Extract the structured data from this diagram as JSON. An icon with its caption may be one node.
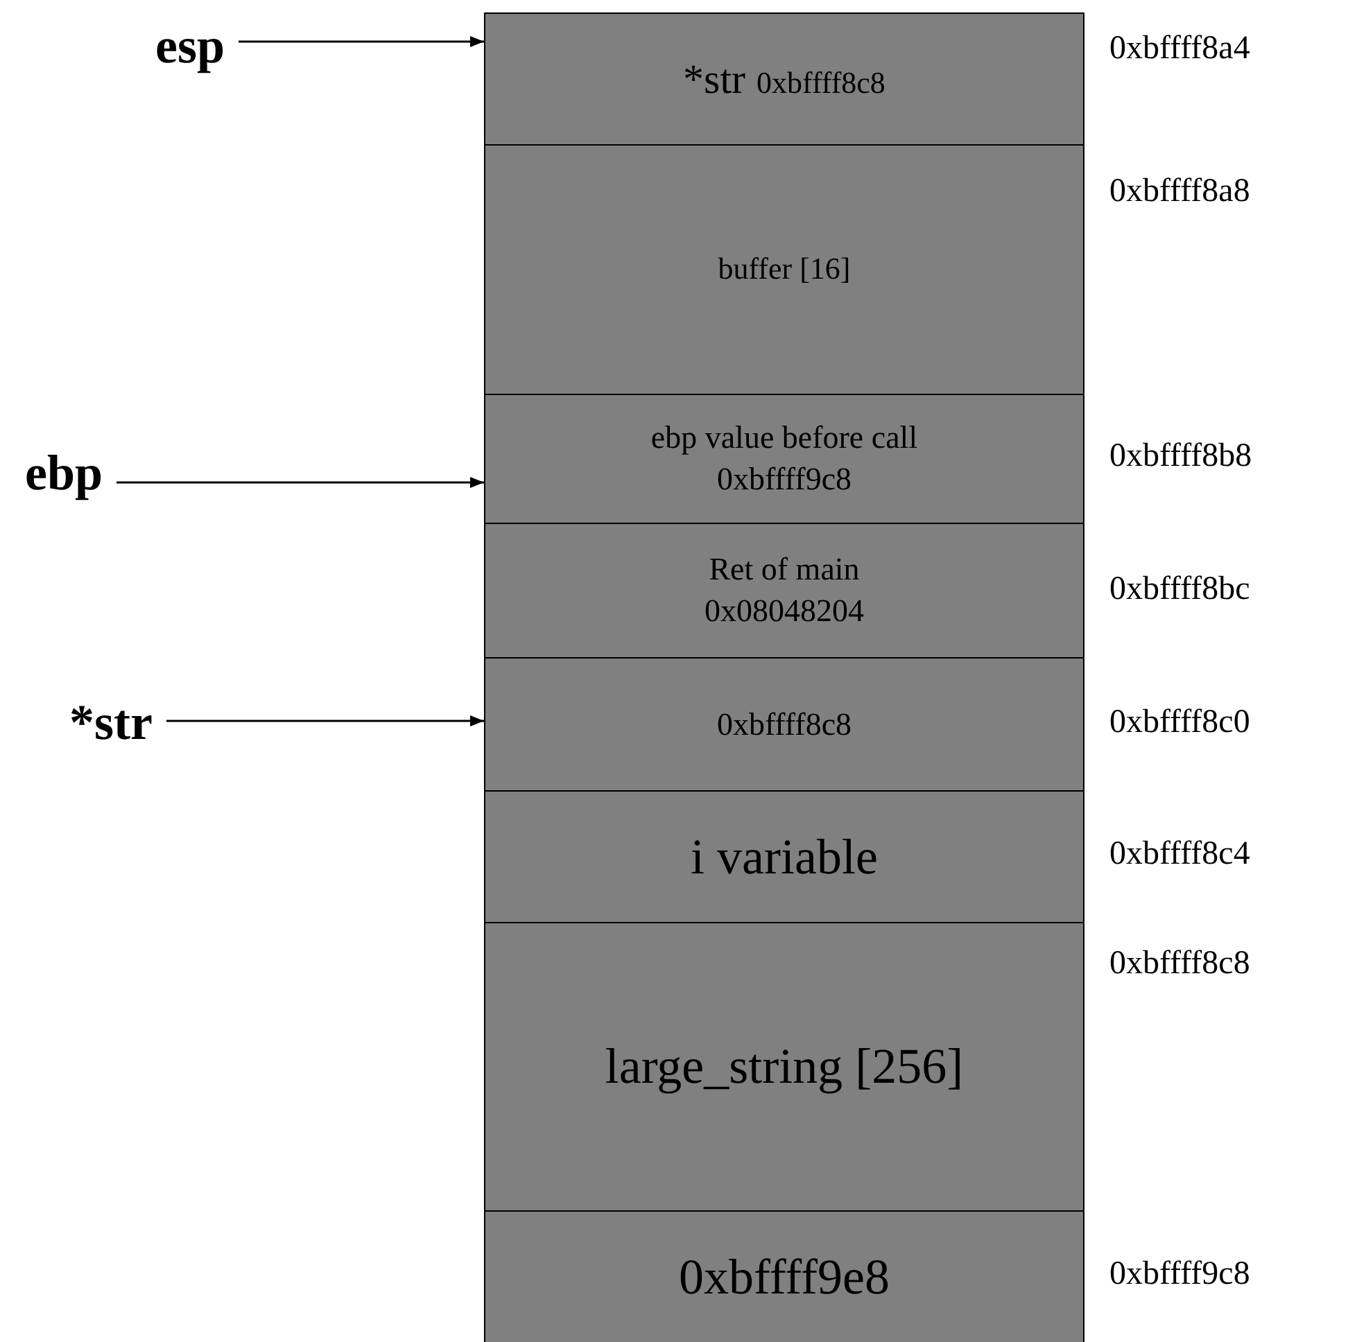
{
  "diagram": {
    "nodes": [
      {
        "text": [
          "*str",
          "0xbffff8c8"
        ],
        "beside": [
          "0xbffff8a4"
        ]
      },
      {
        "text": [
          "buffer [16]"
        ],
        "beside": [
          "0xbffff8a8"
        ]
      },
      {
        "text": [
          "ebp value before call 0xbffff9c8"
        ],
        "beside": [
          "0xbffff8b8"
        ]
      },
      {
        "text": [
          "Ret of main 0x08048204"
        ],
        "beside": [
          "0xbffff8bc"
        ]
      },
      {
        "text": [
          "0xbffff8c8"
        ],
        "beside": [
          "0xbffff8c0"
        ]
      },
      {
        "text": [
          "i variable"
        ],
        "beside": [
          "0xbffff8c4"
        ]
      },
      {
        "text": [
          "large_string [256]"
        ],
        "beside": [
          "0xbffff8c8"
        ]
      },
      {
        "text": [
          "0xbffff9e8"
        ],
        "beside": [
          "0xbffff9c8"
        ]
      },
      {
        "text": [
          "esp"
        ]
      },
      {
        "text": [
          "ebp"
        ]
      },
      {
        "text": [
          "*str"
        ]
      }
    ],
    "edges": [
      {
        "from": 8,
        "to": 0,
        "arrow": "to"
      },
      {
        "from": 9,
        "to": 2,
        "arrow": "to"
      },
      {
        "from": 10,
        "to": 4,
        "arrow": "to"
      }
    ]
  }
}
